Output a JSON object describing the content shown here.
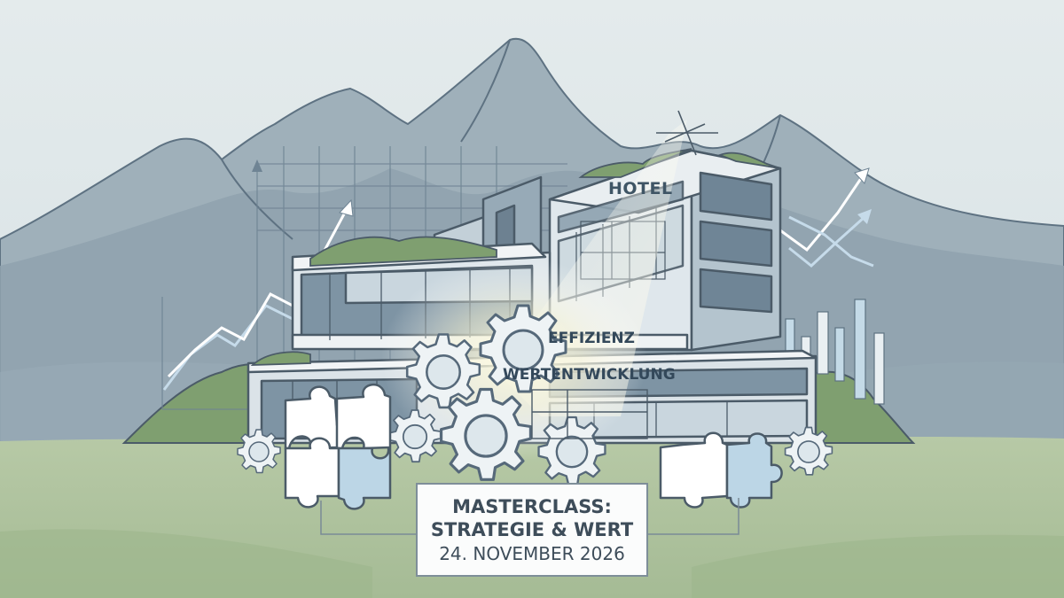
{
  "scene": {
    "hotel_sign": "HOTEL",
    "keywords": [
      "EFFIZIENZ",
      "WERTENTWICKLUNG"
    ]
  },
  "event_card": {
    "title_line_1": "MASTERCLASS:",
    "title_line_2": "STRATEGIE & WERT",
    "date": "24. NOVEMBER 2026"
  },
  "colors": {
    "sky": "#dfe7e9",
    "mountain": "#8fa2ae",
    "mountain_dark": "#7a8f9c",
    "meadow": "#a9bf9a",
    "foliage": "#7e9e6e",
    "line": "#4b5b68",
    "accent_blue": "#b9d4e4"
  },
  "icons": [
    "gear-icon",
    "puzzle-piece-icon",
    "trend-arrow-icon",
    "bar-chart-icon"
  ]
}
